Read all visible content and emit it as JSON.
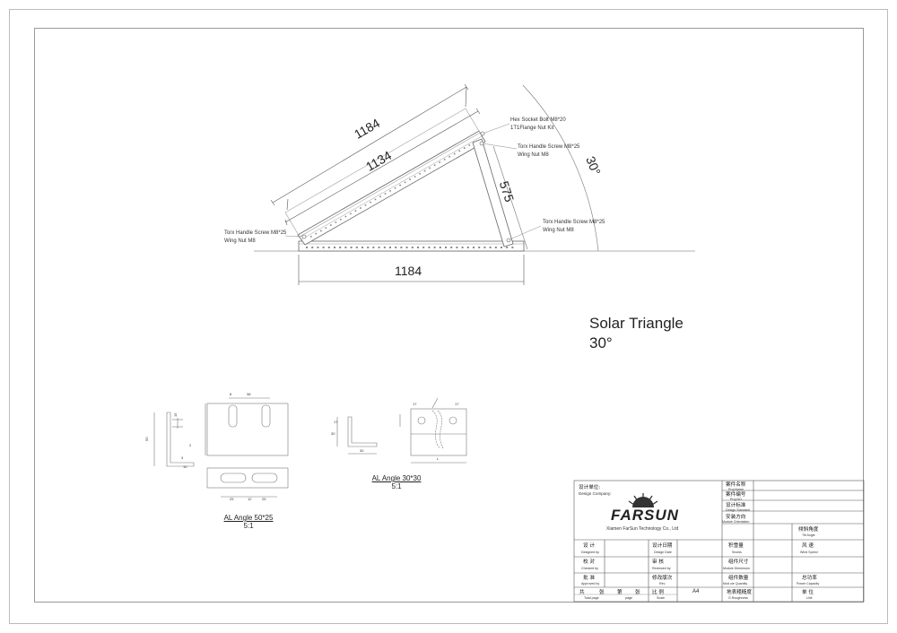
{
  "drawing": {
    "title_line1": "Solar Triangle",
    "title_line2": "30°",
    "dimensions": {
      "rail_outer": "1184",
      "rail_inner": "1134",
      "rear_leg": "575",
      "base": "1184",
      "angle": "30°"
    },
    "callouts": {
      "left_screw": "Torx Handle Screw M8*25",
      "left_nut": "Wing Nut M8",
      "top_bolt": "Hex Socket Bolt M8*20",
      "top_kit": "1T1Flange Nut Kit",
      "mid_screw": "Torx Handle Screw M8*25",
      "mid_nut": "Wing Nut M8",
      "right_screw": "Torx Handle Screw M8*25",
      "right_nut": "Wing Nut M8"
    }
  },
  "details": {
    "al50": {
      "name": "AL Angle 50*25",
      "scale": "5:1"
    },
    "al30": {
      "name": "AL Angle 30*30",
      "scale": "5:1"
    },
    "small_dims": {
      "d50": "50",
      "d15": "15",
      "d2": "2",
      "d3": "3",
      "d10": "10",
      "d8": "8",
      "d38": "38",
      "d25": "25",
      "d12": "12",
      "d17": "17",
      "d30": "30",
      "dL": "L"
    }
  },
  "title_block": {
    "design_company_cn": "设计单位:",
    "design_company_en": "Design Company:",
    "logo_text": "FARSUN",
    "company": "Xiamen FarSun Technology Co., Ltd",
    "proj_name_cn": "案件名称",
    "proj_name_en": "Proj.Name",
    "proj_no_cn": "案件编号",
    "proj_no_en": "Proj.NO.",
    "design_std_cn": "设计标准",
    "design_std_en": "Design Standard",
    "orientation_cn": "安装方向",
    "orientation_en": "Module Orientation",
    "tilt_cn": "倾斜角度",
    "tilt_en": "Tilt Angle",
    "designed_cn": "设  计",
    "designed_en": "Designed by",
    "design_date_cn": "设计日期",
    "design_date_en": "Design Date",
    "snow_cn": "积雪量",
    "snow_en": "Snows",
    "wind_cn": "风  速",
    "wind_en": "Wind Speed",
    "checked_cn": "校  对",
    "checked_en": "Checked by",
    "reviewed_cn": "审  核",
    "reviewed_en": "Reviewed by",
    "module_dim_cn": "组件尺寸",
    "module_dim_en": "Module Dimension",
    "approved_cn": "批  准",
    "approved_en": "Approved by",
    "rev_cn": "修改版次",
    "rev_en": "Rev",
    "module_qty_cn": "组件数量",
    "module_qty_en": "Mod ule Quantity",
    "power_cn": "总功率",
    "power_en": "Power Capacity",
    "total_cn": "共",
    "total_en": "Total page",
    "page_cn": "张",
    "page2_cn": "第",
    "page3_cn": "张",
    "page_en": "page",
    "scale_cn": "比  例",
    "scale_en": "Scale",
    "paper": "A4",
    "roughness_cn": "地表粗糙度",
    "roughness_en": "G.Roughness",
    "unit_cn": "单  位",
    "unit_en": "Unit"
  }
}
